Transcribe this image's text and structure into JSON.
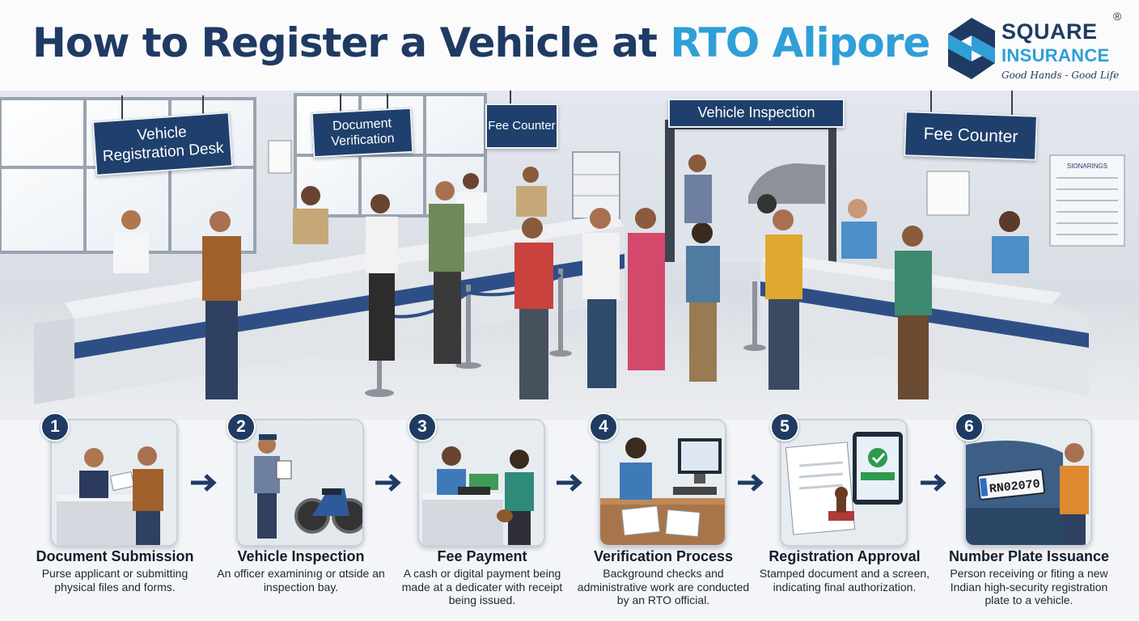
{
  "header": {
    "title_main": "How to Register a Vehicle at ",
    "title_highlight": "RTO Alipore",
    "logo_line1": "SQUARE",
    "logo_line2": "INSURANCE",
    "logo_tagline": "Good Hands - Good Life",
    "logo_reg": "®"
  },
  "scene": {
    "signs": {
      "registration_desk": "Vehicle Registration Desk",
      "document_verification": "Document Verification",
      "fee_counter_small": "Fee Counter",
      "vehicle_inspection": "Vehicle Inspection",
      "fee_counter_large": "Fee Counter",
      "notice_board": "SIONARINGS"
    }
  },
  "steps": [
    {
      "number": "1",
      "title": "Document Submission",
      "description": "Purse applicant or submitting physical files and forms.",
      "icon": "document-submission-icon"
    },
    {
      "number": "2",
      "title": "Vehicle Inspection",
      "description": "An officer examininıg or ɑtside an inspection bay.",
      "icon": "vehicle-inspection-icon"
    },
    {
      "number": "3",
      "title": "Fee Payment",
      "description": "A cash or digital payment being made at a dedicater with receipt being issued.",
      "icon": "fee-payment-icon"
    },
    {
      "number": "4",
      "title": "Verification Process",
      "description": "Background checks and administrative work are conducted by an RTO official.",
      "icon": "verification-process-icon"
    },
    {
      "number": "5",
      "title": "Registration Approval",
      "description": "Stamped document and a screen, indicating final authorization.",
      "icon": "registration-approval-icon"
    },
    {
      "number": "6",
      "title": "Number Plate Issuance",
      "description": "Person receiving or fiting a new Indian high-security registration plate to a vehicle.",
      "icon": "number-plate-icon",
      "plate_text": "RN02070"
    }
  ],
  "colors": {
    "navy": "#1f3b63",
    "accent_blue": "#2f9fd6",
    "sign_blue": "#1f3f6c",
    "counter_stripe": "#2e4f86"
  }
}
